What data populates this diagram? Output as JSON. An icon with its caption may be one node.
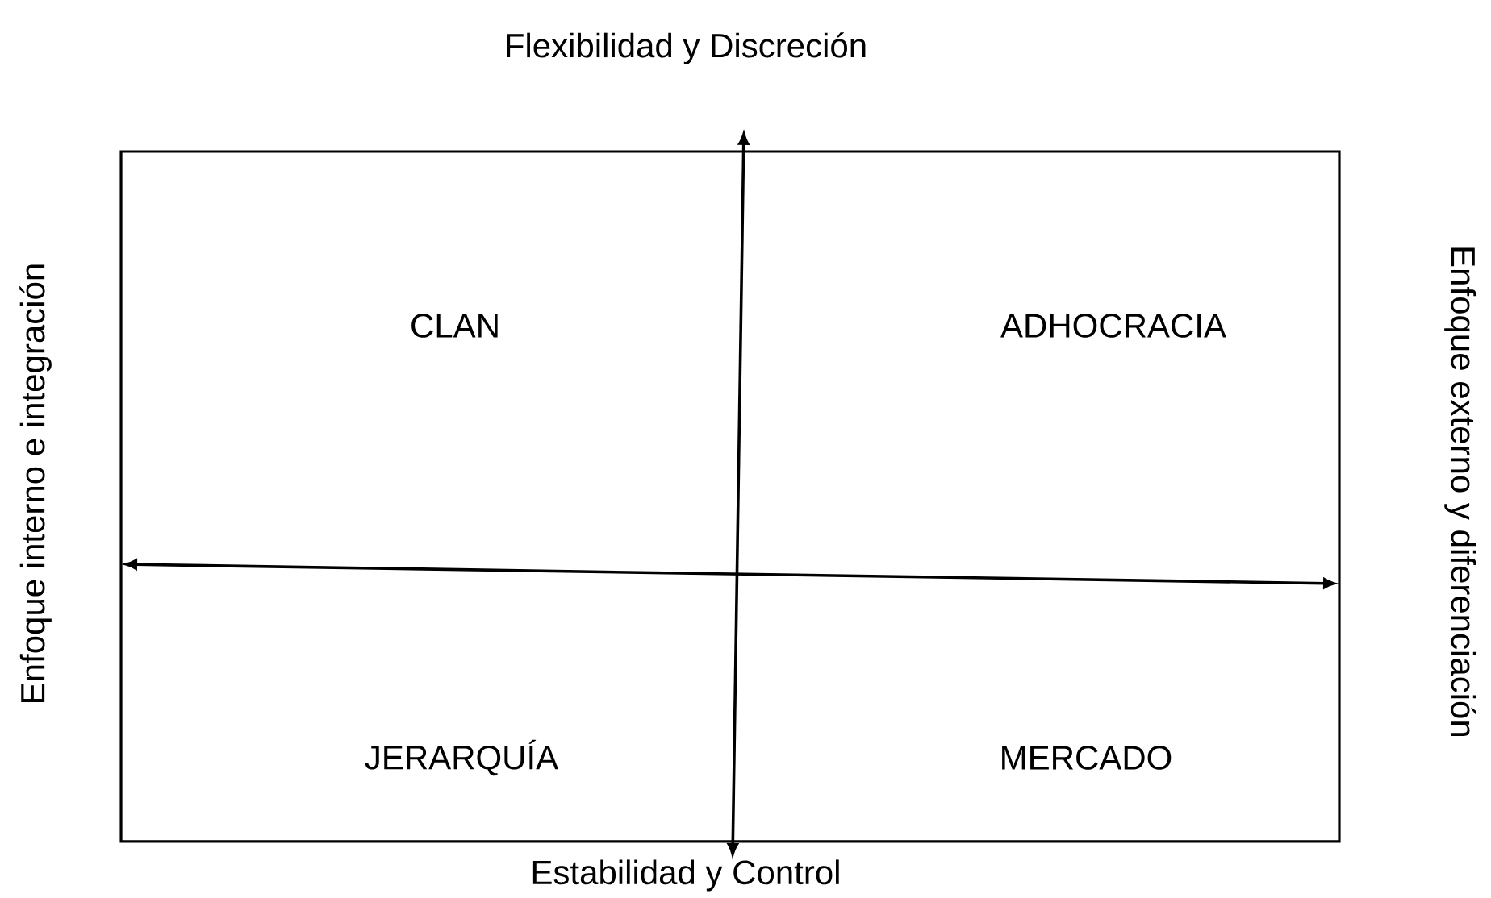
{
  "diagram": {
    "labels": [
      "Flexibilidad y Discreción",
      "Enfoque interno e integración",
      "CLAN",
      "ADHOCRACIA",
      "Enfoque externo y diferenciación",
      "JERARQUÍA",
      "MERCADO",
      "Estabilidad y Control"
    ]
  }
}
